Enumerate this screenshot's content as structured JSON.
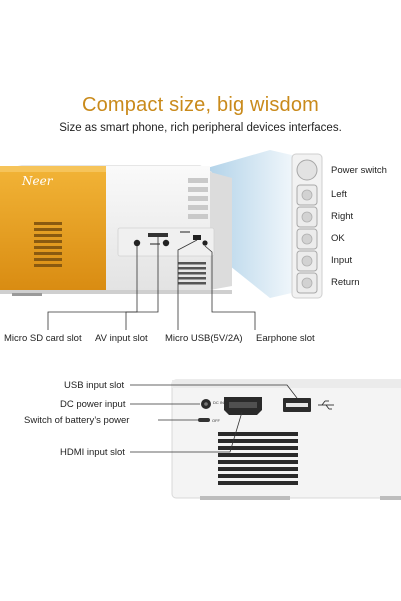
{
  "header": {
    "title": "Compact size, big wisdom",
    "subtitle": "Size as smart phone, rich peripheral devices interfaces."
  },
  "device_top": {
    "logo": "Neer",
    "port_labels": {
      "micro_sd": "Micro SD card slot",
      "av_input": "AV input slot",
      "micro_usb": "Micro USB(5V/2A)",
      "earphone": "Earphone slot"
    }
  },
  "buttons_panel": {
    "items": [
      {
        "label": "Power switch"
      },
      {
        "label": "Left"
      },
      {
        "label": "Right"
      },
      {
        "label": "OK"
      },
      {
        "label": "Input"
      },
      {
        "label": "Return"
      }
    ]
  },
  "device_bottom": {
    "port_labels": {
      "usb_input": "USB input slot",
      "dc_power": "DC power input",
      "battery_switch": "Switch of battery’s power",
      "hdmi_input": "HDMI input slot"
    },
    "tiny_text": {
      "dc_in": "DC IN",
      "off": "OFF"
    }
  },
  "colors": {
    "accent": "#c98a1b",
    "device_orange": "#e8a020",
    "device_white": "#f4f4f4",
    "beam": "#a8cde6"
  }
}
